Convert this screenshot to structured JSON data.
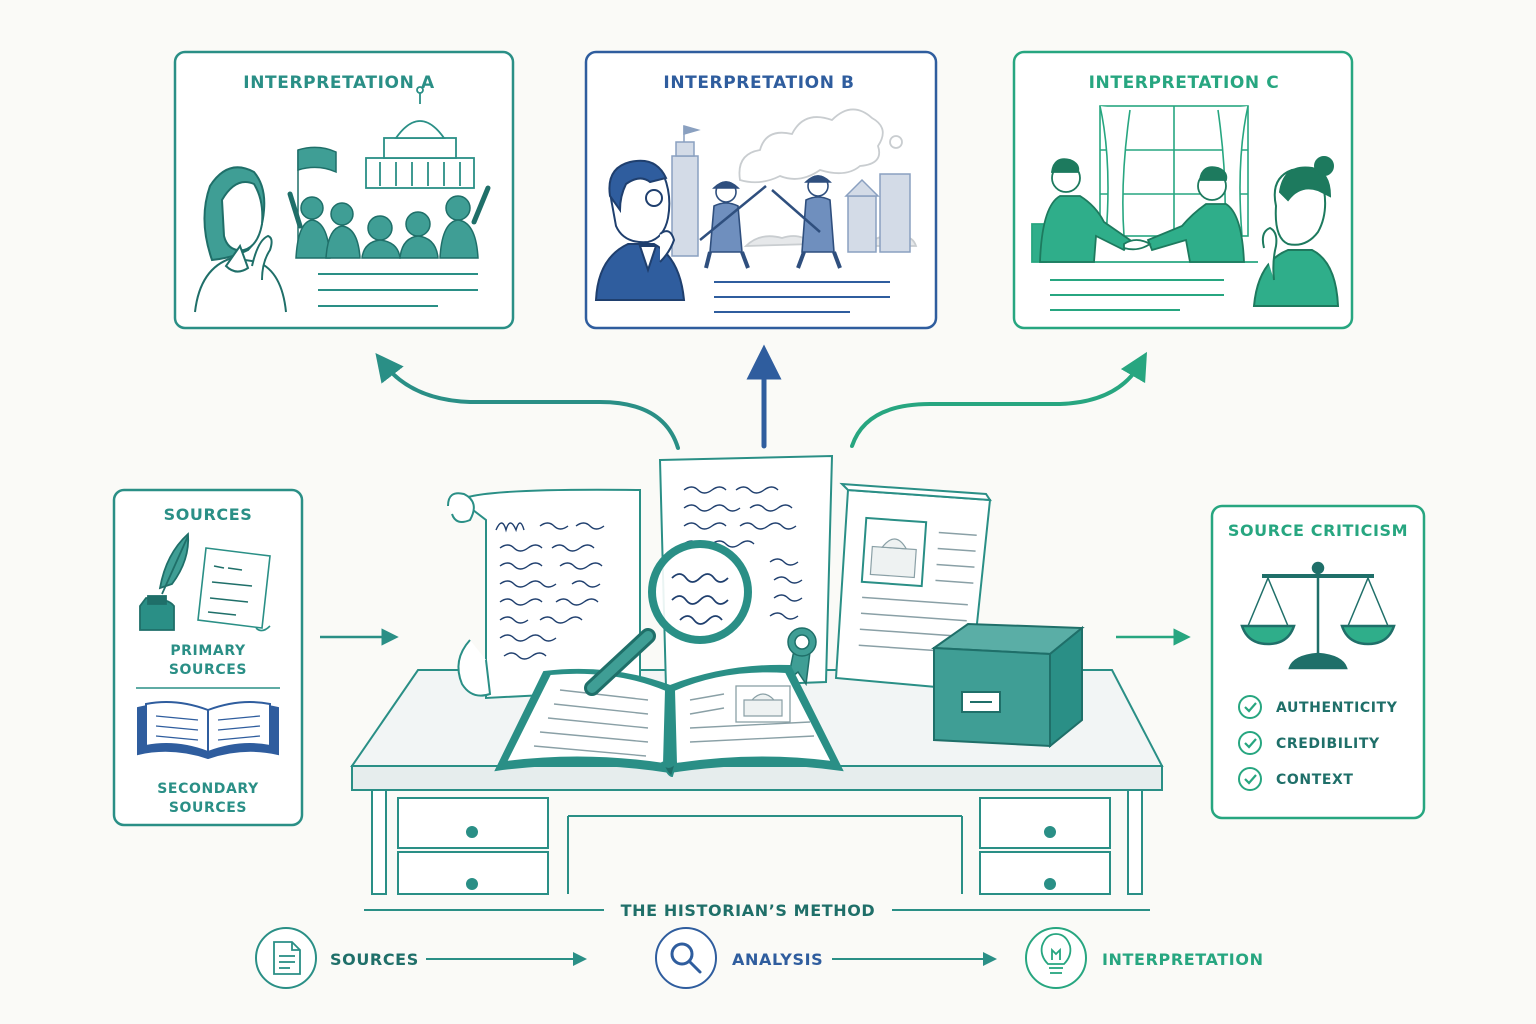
{
  "colors": {
    "background": "#fafaf7",
    "teal": "#2a8f86",
    "teal_dark": "#1f6f69",
    "teal_fill": "#3f9e95",
    "blue": "#2f5d9e",
    "blue_fill": "#4f7bb5",
    "green": "#27a680",
    "green_fill": "#2fae8a",
    "gray": "#c9cdd0"
  },
  "interpretations": [
    {
      "title": "INTERPRETATION A",
      "theme": "teal",
      "scene": "protest-crowd-capitol"
    },
    {
      "title": "INTERPRETATION B",
      "theme": "blue",
      "scene": "battle-soldiers"
    },
    {
      "title": "INTERPRETATION C",
      "theme": "green",
      "scene": "diplomatic-handshake"
    }
  ],
  "sources_panel": {
    "title": "SOURCES",
    "primary": [
      "PRIMARY",
      "SOURCES"
    ],
    "secondary": [
      "SECONDARY",
      "SOURCES"
    ],
    "icons": [
      "quill-inkwell-icon",
      "letter-document-icon",
      "open-book-icon"
    ]
  },
  "criticism_panel": {
    "title": "SOURCE CRITICISM",
    "icon": "balance-scale-icon",
    "checks": [
      "AUTHENTICITY",
      "CREDIBILITY",
      "CONTEXT"
    ]
  },
  "desk_items": [
    "scroll",
    "manuscript",
    "printed-page",
    "magnifying-glass",
    "open-book",
    "archive-box",
    "ribbon-seal"
  ],
  "method": {
    "title": "THE HISTORIAN’S METHOD",
    "steps": [
      {
        "label": "SOURCES",
        "icon": "document-icon",
        "theme": "teal"
      },
      {
        "label": "ANALYSIS",
        "icon": "magnifier-icon",
        "theme": "blue"
      },
      {
        "label": "INTERPRETATION",
        "icon": "lightbulb-icon",
        "theme": "green"
      }
    ]
  }
}
